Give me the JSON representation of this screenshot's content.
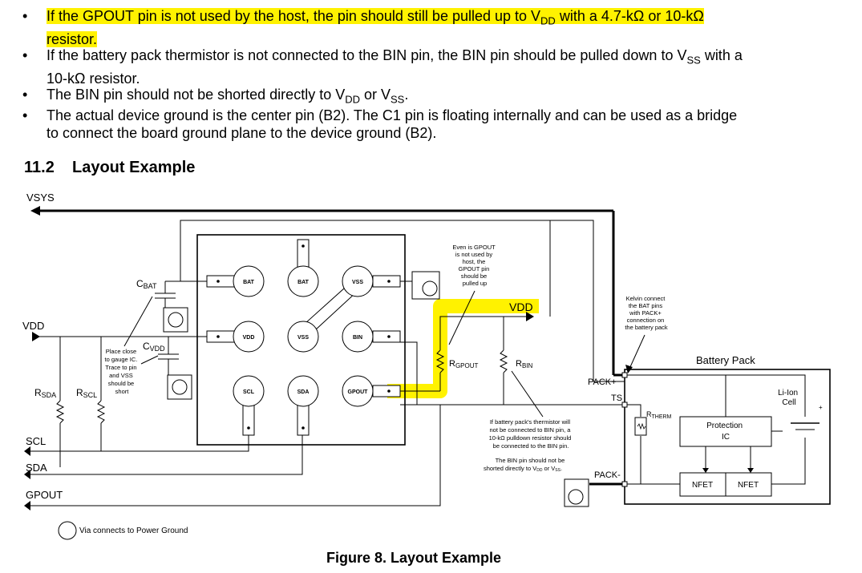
{
  "bullets": [
    {
      "parts": [
        "If the GPOUT pin is not used by the host, the pin should still be pulled up to V",
        "DD",
        " with a 4.7-kΩ or 10-kΩ",
        "resistor."
      ],
      "highlighted": true
    },
    {
      "parts": [
        "If the battery pack thermistor is not connected to the BIN pin, the BIN pin should be pulled down to V",
        "SS",
        " with a",
        "10-kΩ resistor."
      ]
    },
    {
      "parts": [
        "The BIN pin should not be shorted directly to V",
        "DD",
        " or V",
        "SS",
        "."
      ]
    },
    {
      "parts": [
        "The actual device ground is the center pin (B2). The C1 pin is floating internally and can be used as a bridge",
        "to connect the board ground plane to the device ground (B2)."
      ]
    }
  ],
  "section": {
    "number": "11.2",
    "title": "Layout Example"
  },
  "figure": {
    "caption": "Figure 8.  Layout Example",
    "rails": {
      "vsys": "VSYS",
      "vdd": "VDD",
      "vdd_right": "VDD",
      "scl": "SCL",
      "sda": "SDA",
      "gpout": "GPOUT"
    },
    "pads": {
      "bat1": "BAT",
      "bat2": "BAT",
      "vss1": "VSS",
      "vdd": "VDD",
      "vss2": "VSS",
      "bin": "BIN",
      "scl": "SCL",
      "sda": "SDA",
      "gpout": "GPOUT"
    },
    "components": {
      "cbat": {
        "main": "C",
        "sub": "BAT"
      },
      "cvdd": {
        "main": "C",
        "sub": "VDD"
      },
      "rsda": {
        "main": "R",
        "sub": "SDA"
      },
      "rscl": {
        "main": "R",
        "sub": "SCL"
      },
      "rgpout": {
        "main": "R",
        "sub": "GPOUT"
      },
      "rbin": {
        "main": "R",
        "sub": "BIN"
      },
      "rtherm": {
        "main": "R",
        "sub": "THERM"
      }
    },
    "notes": {
      "place_close": [
        "Place close",
        "to gauge IC.",
        "Trace to pin",
        "and VSS",
        "should be",
        "short"
      ],
      "gpout_note": [
        "Even is GPOUT",
        "is not used by",
        "host, the",
        "GPOUT pin",
        "should be",
        "pulled up"
      ],
      "kelvin": [
        "Kelvin connect",
        "the BAT pins",
        "with PACK+",
        "connection on",
        "the battery pack"
      ],
      "thermistor": [
        "If battery pack's thermistor will",
        "not be connected to BIN pin, a",
        "10-kΩ pulldown resistor should",
        "be connected to the BIN pin."
      ],
      "bin_short": [
        "The BIN pin should not be",
        "shorted directly to V",
        "DD",
        " or V",
        "SS",
        "."
      ]
    },
    "battery": {
      "title": "Battery Pack",
      "pack_plus": "PACK+",
      "ts": "TS",
      "pack_minus": "PACK-",
      "cell": [
        "Li-Ion",
        "Cell"
      ],
      "plus": "+",
      "protection": [
        "Protection",
        "IC"
      ],
      "nfet1": "NFET",
      "nfet2": "NFET"
    },
    "legend": "Via connects to Power Ground"
  }
}
